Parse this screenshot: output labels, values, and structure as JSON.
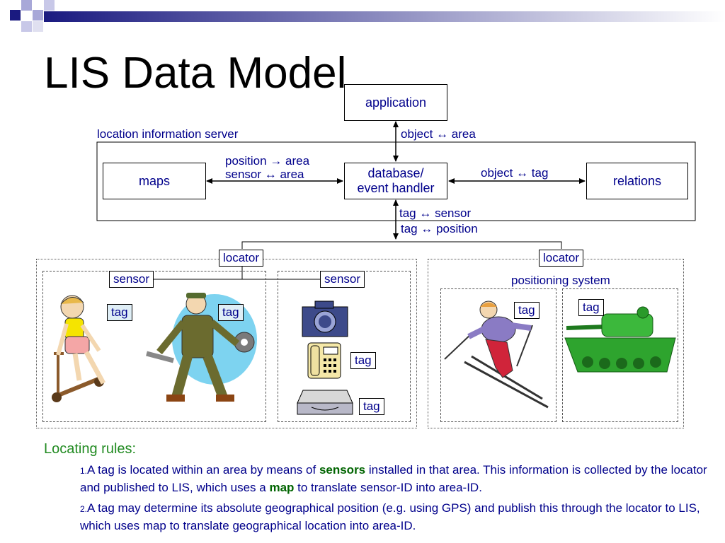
{
  "slide": {
    "title": "LIS Data Model"
  },
  "diagram": {
    "application": "application",
    "object_area": "object ↔ area",
    "lis_label": "location information server",
    "maps": "maps",
    "position_area": "position → area",
    "sensor_area": "sensor ↔ area",
    "database_line1": "database/",
    "database_line2": "event handler",
    "object_tag": "object ↔ tag",
    "relations": "relations",
    "tag_sensor": "tag ↔ sensor",
    "tag_position": "tag ↔ position",
    "locator_left": "locator",
    "locator_right": "locator",
    "sensor_left": "sensor",
    "sensor_middle": "sensor",
    "positioning_system": "positioning system",
    "tag_child": "tag",
    "tag_worker": "tag",
    "tag_phone": "tag",
    "tag_drive": "tag",
    "tag_skier": "tag",
    "tag_tank": "tag"
  },
  "rules": {
    "heading": "Locating rules:",
    "items": [
      {
        "num": "1.",
        "text_a": "A tag is located within an area by means of ",
        "bold_a": "sensors",
        "text_b": " installed in that area. This information is collected by the locator and published to LIS, which uses a ",
        "bold_b": "map",
        "text_c": " to translate sensor-ID into area-ID."
      },
      {
        "num": "2.",
        "text_a": "A tag may determine its absolute geographical position (e.g. using GPS) and publish this through the locator to LIS, which uses map to translate geographical location into area-ID."
      }
    ]
  },
  "colors": {
    "text_blue": "#00008b",
    "rules_green": "#228b22",
    "bold_green": "#006400",
    "header_bar": "#1a1a80"
  }
}
